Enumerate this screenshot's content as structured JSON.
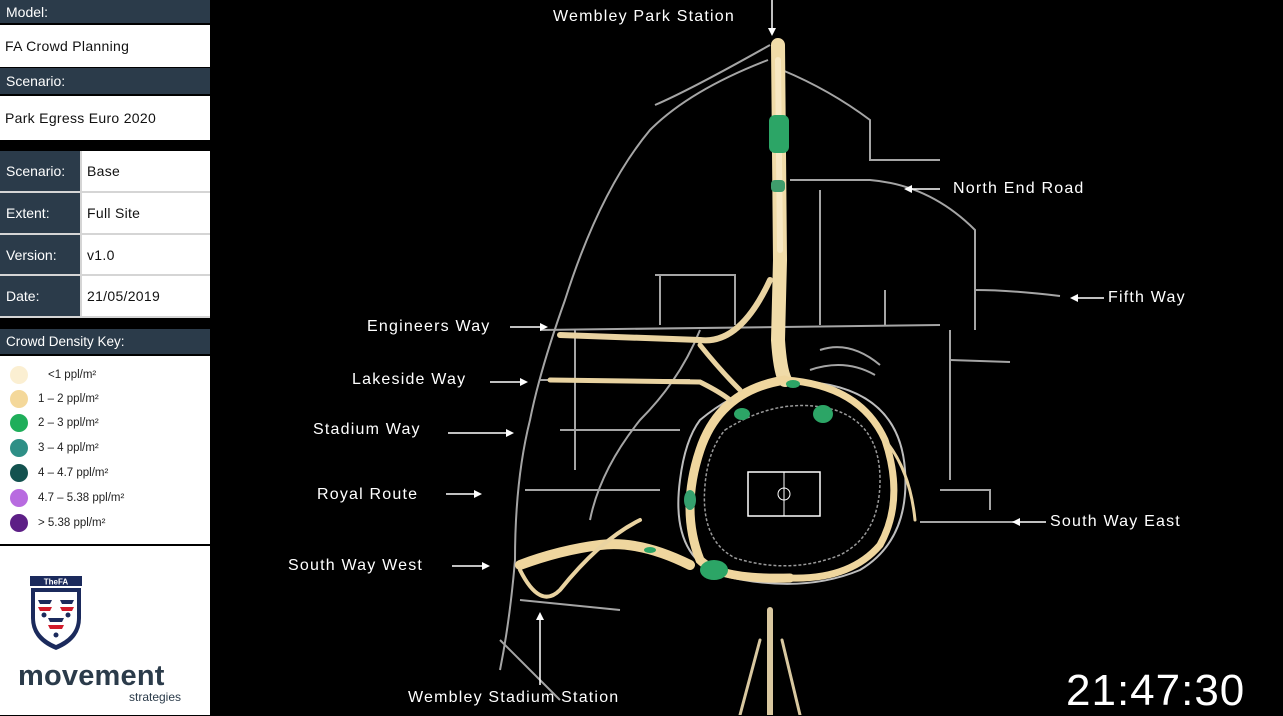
{
  "panel": {
    "model_label": "Model:",
    "model_value": "FA Crowd Planning",
    "scenario_label": "Scenario:",
    "scenario_value": "Park Egress Euro 2020",
    "details": [
      {
        "key": "Scenario:",
        "value": "Base"
      },
      {
        "key": "Extent:",
        "value": "Full Site"
      },
      {
        "key": "Version:",
        "value": "v1.0"
      },
      {
        "key": "Date:",
        "value": "21/05/2019"
      }
    ],
    "key_title": "Crowd Density Key:",
    "key_items": [
      {
        "label": "<1 ppl/m²",
        "color": "#fbefd2"
      },
      {
        "label": "1 – 2 ppl/m²",
        "color": "#f4d89a"
      },
      {
        "label": "2 – 3 ppl/m²",
        "color": "#1fae5a"
      },
      {
        "label": "3 – 4 ppl/m²",
        "color": "#2e8f86"
      },
      {
        "label": "4 – 4.7 ppl/m²",
        "color": "#13524f"
      },
      {
        "label": "4.7 – 5.38 ppl/m²",
        "color": "#b86be0"
      },
      {
        "label": "> 5.38 ppl/m²",
        "color": "#5d1f86"
      }
    ],
    "fa_logo_text": "TheFA",
    "company_name": "movement",
    "company_sub": "strategies"
  },
  "map": {
    "labels": {
      "wembley_park": "Wembley Park Station",
      "north_end": "North End Road",
      "fifth_way": "Fifth Way",
      "engineers": "Engineers Way",
      "lakeside": "Lakeside Way",
      "stadium_way": "Stadium Way",
      "royal_route": "Royal Route",
      "south_way_east": "South Way East",
      "south_way_west": "South Way West",
      "stadium_station": "Wembley Stadium Station"
    }
  },
  "clock": "21:47:30"
}
